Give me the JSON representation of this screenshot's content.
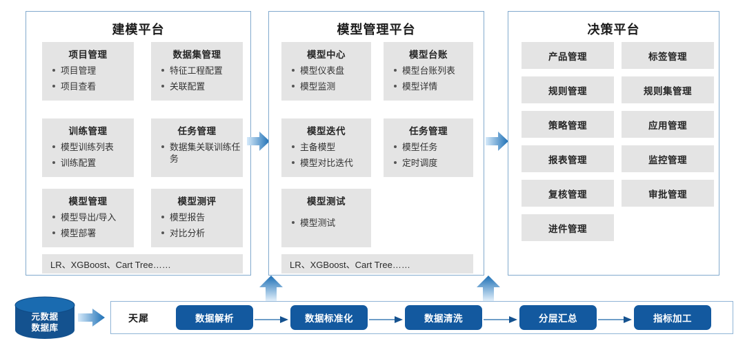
{
  "theme": {
    "panel_border": "#81a9cd",
    "box_gray": "#e4e4e4",
    "pipe_blue": "#13599f",
    "cylinder_blue": "#1a5a9e",
    "arrow_light": "#cfe6f7",
    "arrow_dark": "#1c6fb5"
  },
  "panels": [
    {
      "id": "modeling-platform",
      "title": "建模平台",
      "groups": [
        {
          "title": "项目管理",
          "items": [
            "项目管理",
            "项目查看"
          ]
        },
        {
          "title": "数据集管理",
          "items": [
            "特征工程配置",
            "关联配置"
          ]
        },
        {
          "title": "训练管理",
          "items": [
            "模型训练列表",
            "训练配置"
          ]
        },
        {
          "title": "任务管理",
          "items": [
            "数据集关联训练任务"
          ]
        },
        {
          "title": "模型管理",
          "items": [
            "模型导出/导入",
            "模型部署"
          ]
        },
        {
          "title": "模型测评",
          "items": [
            "模型报告",
            "对比分析"
          ]
        }
      ],
      "algo_bar": "LR、XGBoost、Cart Tree……"
    },
    {
      "id": "model-management-platform",
      "title": "模型管理平台",
      "groups": [
        {
          "title": "模型中心",
          "items": [
            "模型仪表盘",
            "模型监测"
          ]
        },
        {
          "title": "模型台账",
          "items": [
            "模型台账列表",
            "模型详情"
          ]
        },
        {
          "title": "模型迭代",
          "items": [
            "主备模型",
            "模型对比迭代"
          ]
        },
        {
          "title": "任务管理",
          "items": [
            "模型任务",
            "定时调度"
          ]
        },
        {
          "title": "模型测试",
          "items": [
            "模型测试"
          ]
        }
      ],
      "algo_bar": "LR、XGBoost、Cart Tree……"
    },
    {
      "id": "decision-platform",
      "title": "决策平台",
      "buttons": [
        "产品管理",
        "标签管理",
        "规则管理",
        "规则集管理",
        "策略管理",
        "应用管理",
        "报表管理",
        "监控管理",
        "复核管理",
        "审批管理",
        "进件管理"
      ]
    }
  ],
  "pipeline": {
    "source": {
      "line1": "元数据",
      "line2": "数据库"
    },
    "label": "天犀",
    "steps": [
      "数据解析",
      "数据标准化",
      "数据清洗",
      "分层汇总",
      "指标加工"
    ]
  }
}
